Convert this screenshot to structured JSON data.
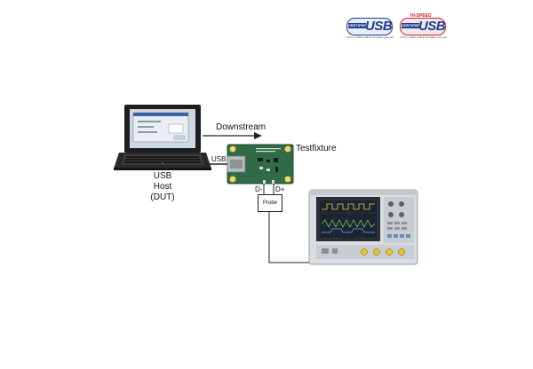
{
  "logos": {
    "left": {
      "brand": "USB",
      "badge_text": "CERTIFIED",
      "footnote": "TM & © 2003 USB-IF All rights reserved",
      "colors": {
        "badge": "#1f3f8f",
        "text": "#1f3f8f"
      }
    },
    "right": {
      "brand": "USB",
      "badge_text": "CERTIFIED",
      "speed": "HI-SPEED",
      "footnote": "TM & © 2003 USB-IF All rights reserved",
      "colors": {
        "badge": "#1f3f8f",
        "accent": "#d0202a",
        "text": "#1f3f8f"
      }
    }
  },
  "labels": {
    "downstream": "Downstream",
    "testfixture": "Testfixture",
    "usb_cable": "USB",
    "host_line1": "USB",
    "host_line2": "Host",
    "host_line3": "(DUT)",
    "d_minus": "D-",
    "d_plus": "D+",
    "probe": "Probe"
  },
  "devices": {
    "laptop": {
      "name": "laptop-host",
      "screen_bg": "#cfd8e0"
    },
    "fixture": {
      "name": "test-fixture-board",
      "pcb_color": "#2f6b46"
    },
    "oscilloscope": {
      "name": "oscilloscope",
      "body_color": "#d9dde1",
      "screen_bg": "#1b2430"
    }
  },
  "colors": {
    "line": "#222222",
    "text": "#111111"
  }
}
